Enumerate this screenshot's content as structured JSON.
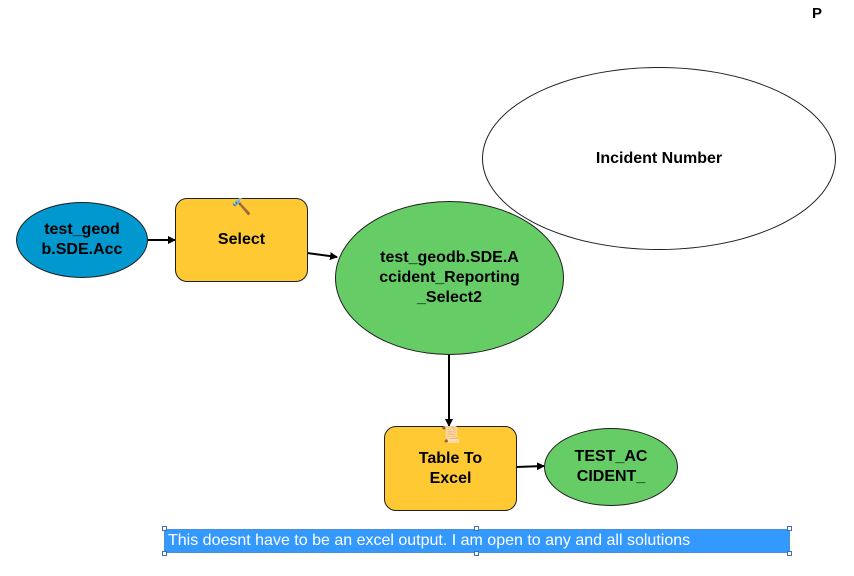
{
  "corner_letter": "P",
  "nodes": {
    "input_data": {
      "label": "test_geod\nb.SDE.Acc",
      "color": "#0098cf"
    },
    "select_tool": {
      "label": "Select",
      "color": "#ffc933",
      "icon": "hammer-icon"
    },
    "select_output": {
      "label": "test_geodb.SDE.A\nccident_Reporting\n_Select2",
      "color": "#66cc66"
    },
    "table_to_excel": {
      "label": "Table To\nExcel",
      "color": "#ffc933",
      "icon": "script-icon"
    },
    "excel_output": {
      "label": "TEST_AC\nCIDENT_",
      "color": "#66cc66"
    },
    "incident_number": {
      "label": "Incident Number",
      "color": "#ffffff"
    }
  },
  "note": {
    "text": "This doesnt have to be an excel output. I am open to any and all solutions",
    "color": "#3399ff"
  }
}
